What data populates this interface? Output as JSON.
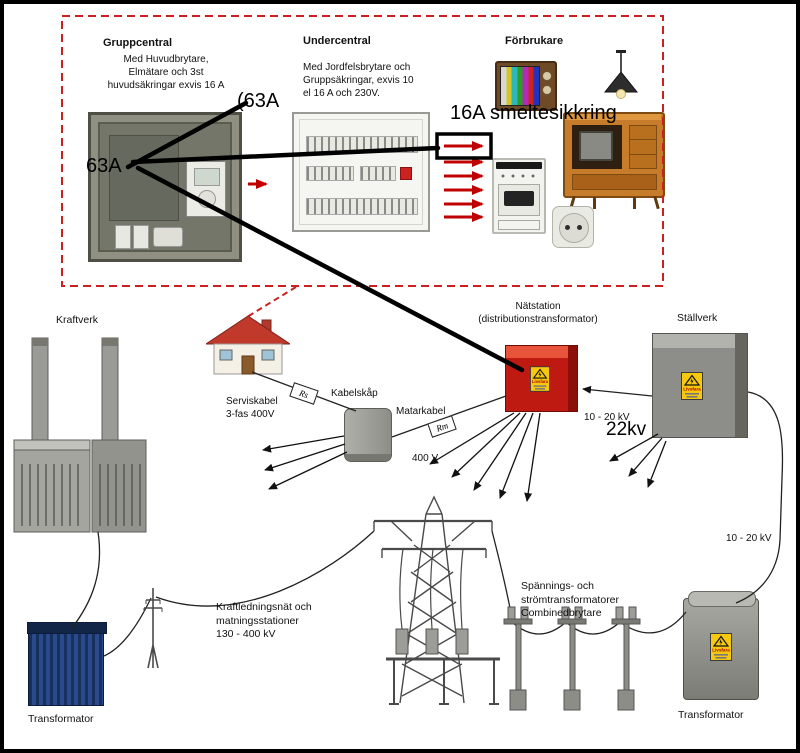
{
  "top": {
    "gruppcentral_title": "Gruppcentral",
    "gruppcentral_desc": "Med Huvudbrytare,\nElmätare och 3st\nhuvudsäkringar exvis 16 A",
    "undercentral_title": "Undercentral",
    "undercentral_desc": "Med Jordfelsbrytare och\nGruppsäkringar, exvis 10\nel 16 A och 230V.",
    "forbrukare_title": "Förbrukare",
    "ann_63a_paren": "(63A",
    "ann_63a": "63A",
    "ann_16a": "16A smeltesikkring"
  },
  "mid": {
    "kraftverk": "Kraftverk",
    "serviskabel": "Serviskabel\n3-fas  400V",
    "kabelskap": "Kabelskåp",
    "matarkabel": "Matarkabel",
    "rs": "Rs",
    "rm": "Rm",
    "v400": "400 V",
    "natstation": "Nätstation\n(distributionstransformator)",
    "stallverk": "Ställverk",
    "kv_10_20": "10 - 20 kV",
    "kv_22": "22kv"
  },
  "bottom": {
    "kraftledning": "Kraftledningsnät och\nmatningsstationer\n130 - 400 kV",
    "spannings": "Spännings- och\nströmtransformatorer\nCombinedbrytare",
    "kv_10_20_right": "10 - 20 kV",
    "transformator_left": "Transformator",
    "transformator_right": "Transformator"
  },
  "labels": {
    "livsfara": "Livsfara"
  },
  "colors": {
    "dashed_border_red": "#cc2020",
    "arrow_red": "#c00000",
    "natstation_red": "#bf1a12",
    "warning_yellow": "#f6c90e"
  }
}
